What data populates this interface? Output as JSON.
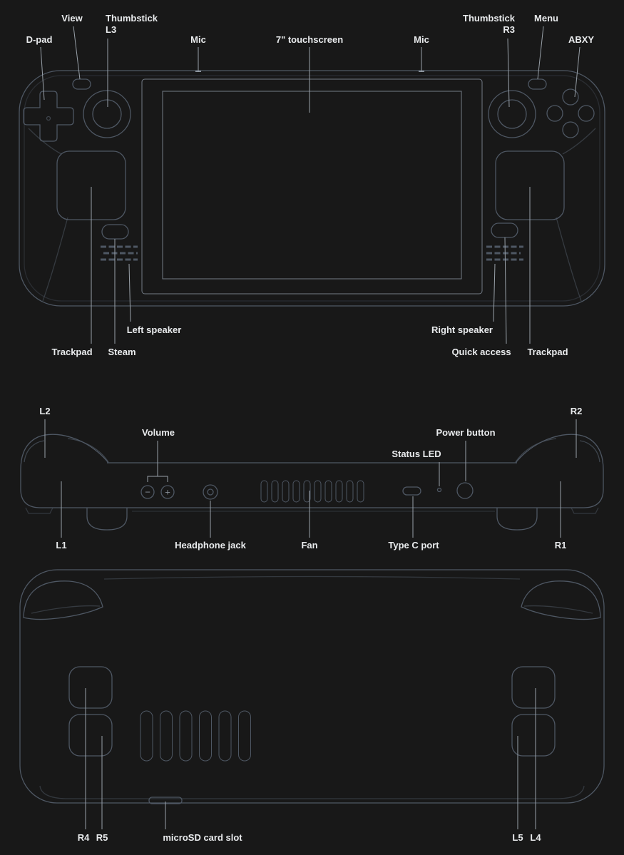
{
  "colors": {
    "background": "#181818",
    "label_text": "#e9ebed",
    "leader_line": "#99a1a9",
    "device_outline": "#4e5763",
    "device_detail": "#454d58",
    "screen_outline": "#737b86"
  },
  "front": {
    "labels": {
      "view": "View",
      "thumbstick_l3": "Thumbstick\nL3",
      "mic_left": "Mic",
      "touchscreen": "7\" touchscreen",
      "mic_right": "Mic",
      "thumbstick_r3": "Thumbstick\nR3",
      "menu": "Menu",
      "dpad": "D-pad",
      "abxy": "ABXY",
      "left_speaker": "Left speaker",
      "trackpad_left": "Trackpad",
      "steam": "Steam",
      "right_speaker": "Right speaker",
      "quick_access": "Quick access",
      "trackpad_right": "Trackpad"
    }
  },
  "edge": {
    "labels": {
      "l2": "L2",
      "volume": "Volume",
      "status_led": "Status LED",
      "power": "Power button",
      "r2": "R2",
      "l1": "L1",
      "headphone": "Headphone jack",
      "fan": "Fan",
      "type_c": "Type C port",
      "r1": "R1"
    }
  },
  "back": {
    "labels": {
      "r4": "R4",
      "r5": "R5",
      "microsd": "microSD card slot",
      "l5": "L5",
      "l4": "L4"
    }
  },
  "icons": {
    "volume_minus": "−",
    "volume_plus": "+"
  }
}
